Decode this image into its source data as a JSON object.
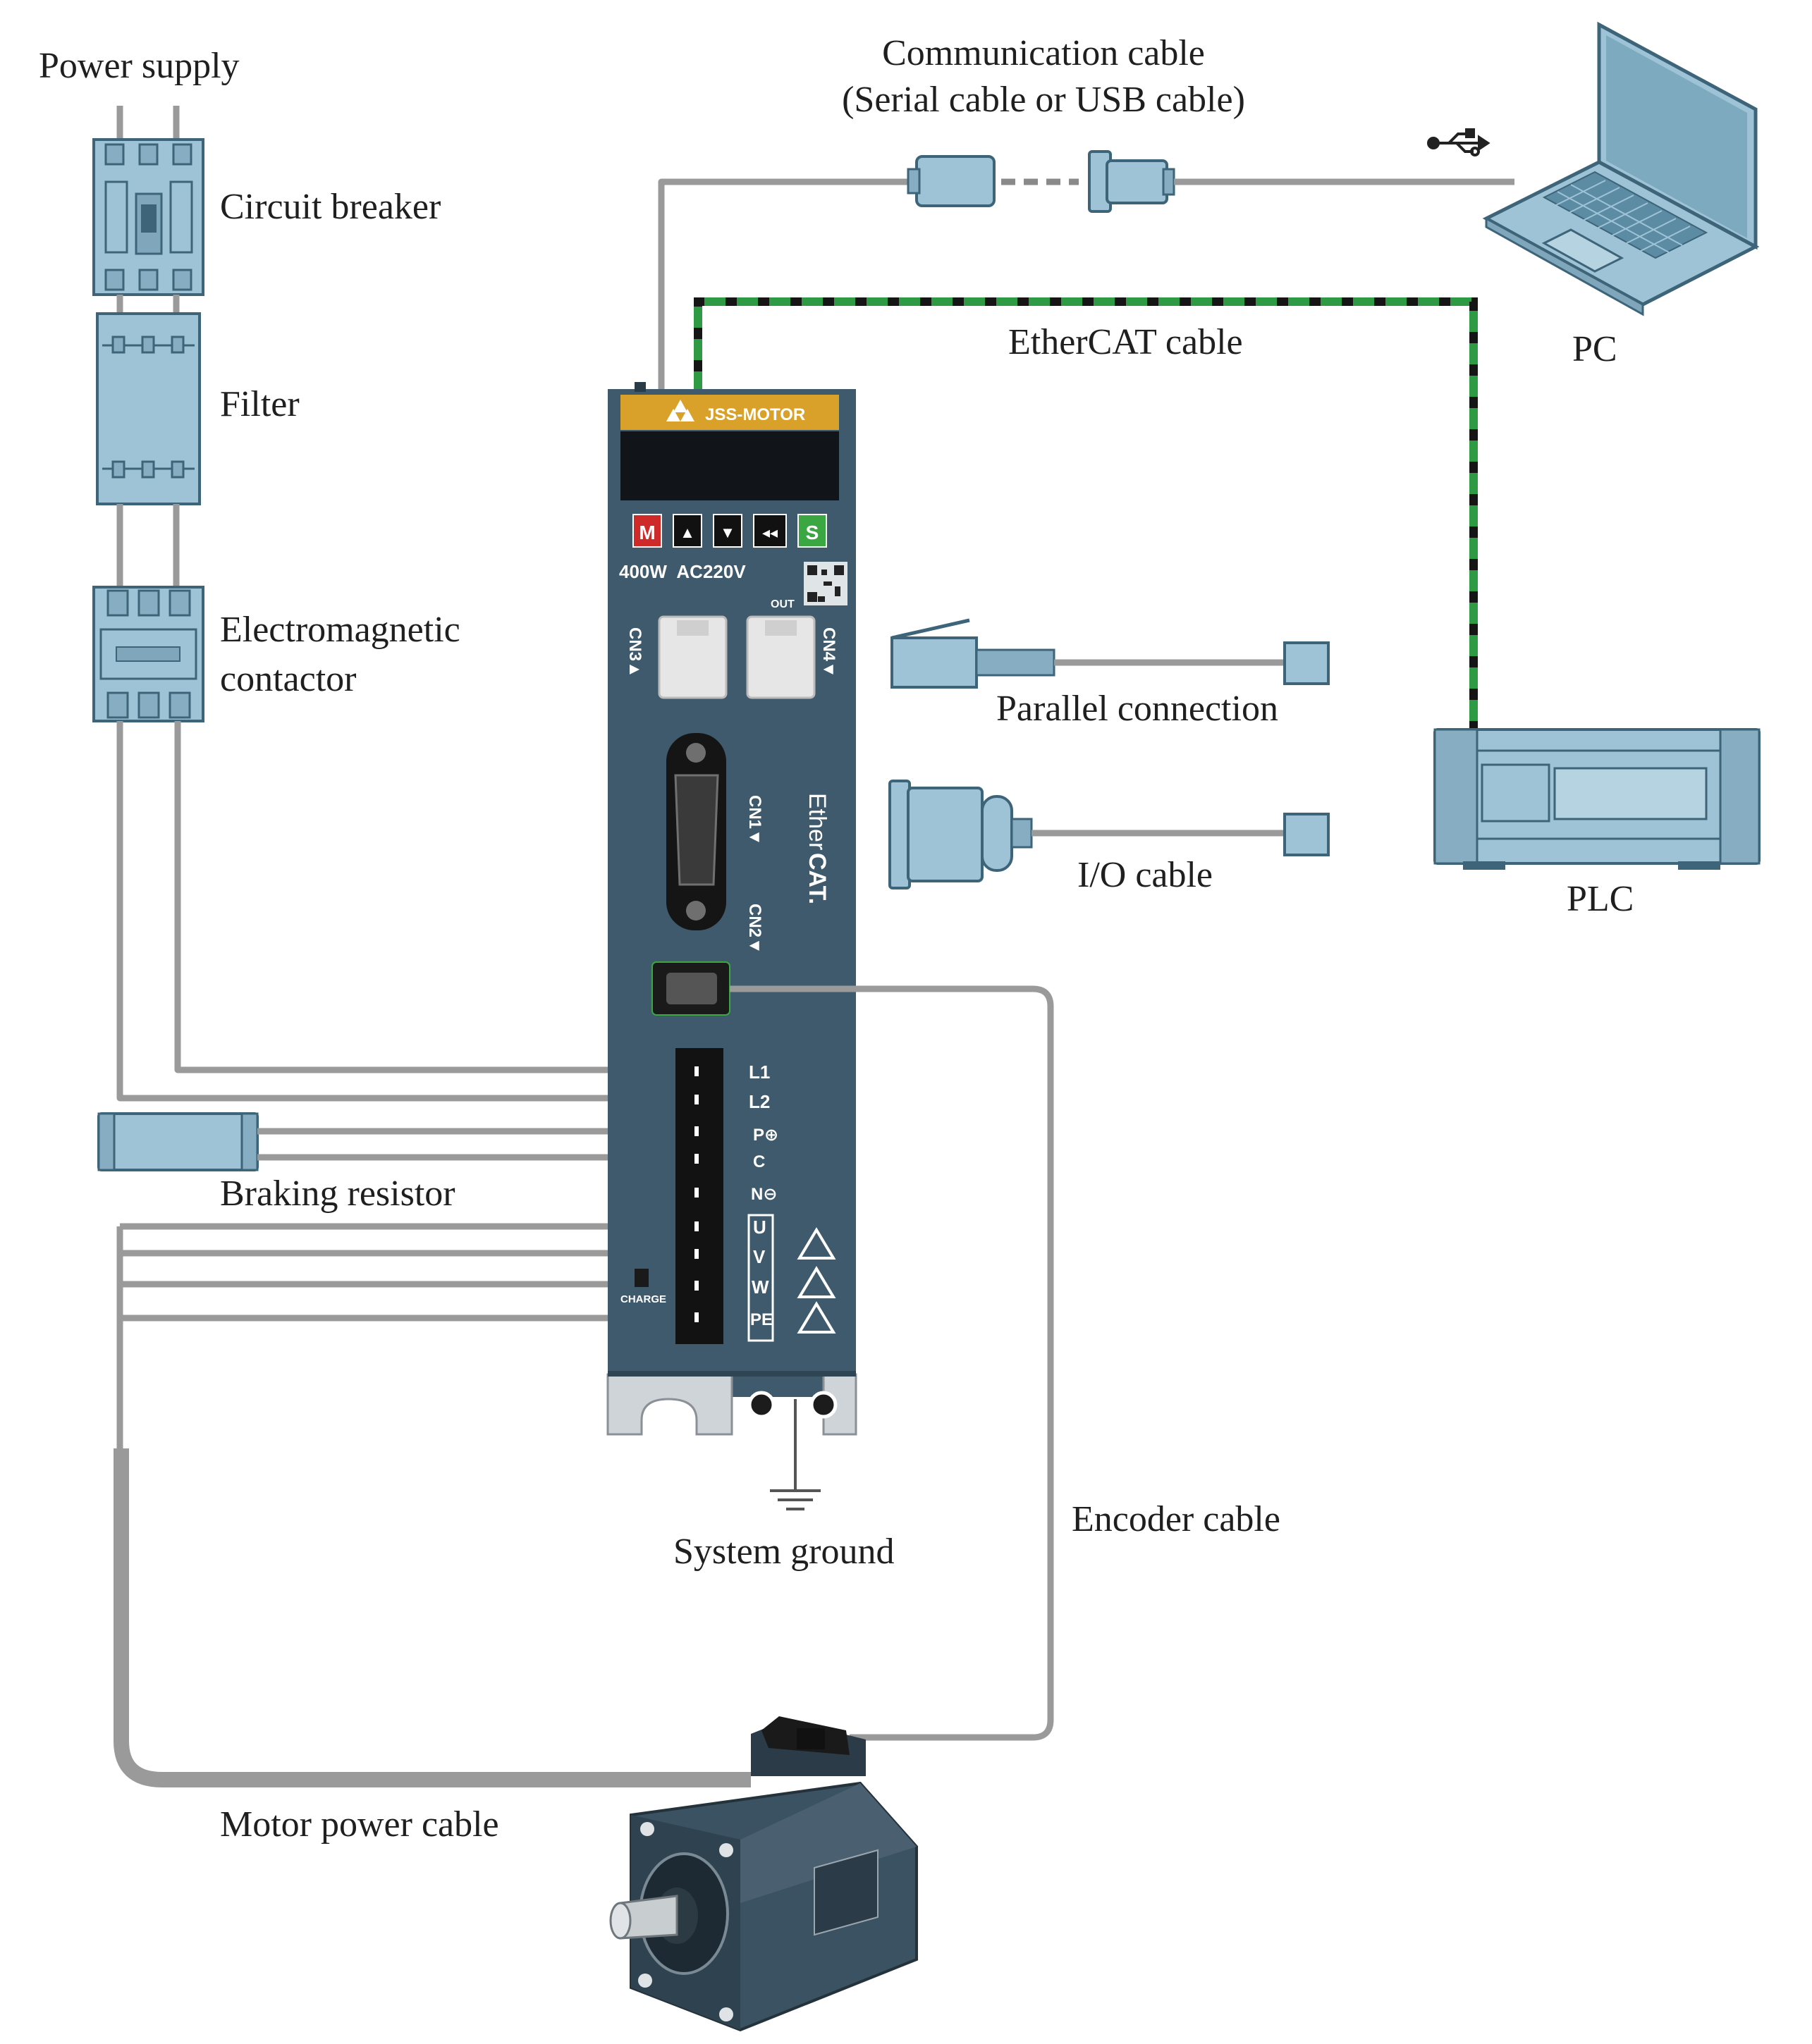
{
  "labels": {
    "power_supply": "Power supply",
    "circuit_breaker": "Circuit breaker",
    "filter": "Filter",
    "contactor_line1": "Electromagnetic",
    "contactor_line2": "contactor",
    "braking_resistor": "Braking resistor",
    "motor_power_cable": "Motor power cable",
    "comm_line1": "Communication cable",
    "comm_line2": "(Serial cable or USB cable)",
    "ethercat_cable": "EtherCAT cable",
    "pc": "PC",
    "parallel_connection": "Parallel connection",
    "io_cable": "I/O cable",
    "plc": "PLC",
    "system_ground": "System ground",
    "encoder_cable": "Encoder cable"
  },
  "drive": {
    "brand": "JSS-MOTOR",
    "rating": "400W  AC220V",
    "buttons": [
      "M",
      "▲",
      "▼",
      "◂◂",
      "S"
    ],
    "port_out": "OUT",
    "cn3": "CN3▲",
    "cn4": "CN4▼",
    "cn1": "CN1▼",
    "cn2": "CN2▼",
    "ethercat_logo_1": "Ether",
    "ethercat_logo_2": "CAT.",
    "terminals": [
      "L1",
      "L2",
      "P⊕",
      "C",
      "N⊖",
      "U",
      "V",
      "W",
      "PE"
    ],
    "charge": "CHARGE"
  },
  "colors": {
    "ethercat_green": "#2e9a44",
    "drive_body": "#3e5a6c",
    "brand_banner": "#d9a12a",
    "wire_gray": "#9a9a9a",
    "component_blue": "#9fc3d6"
  }
}
